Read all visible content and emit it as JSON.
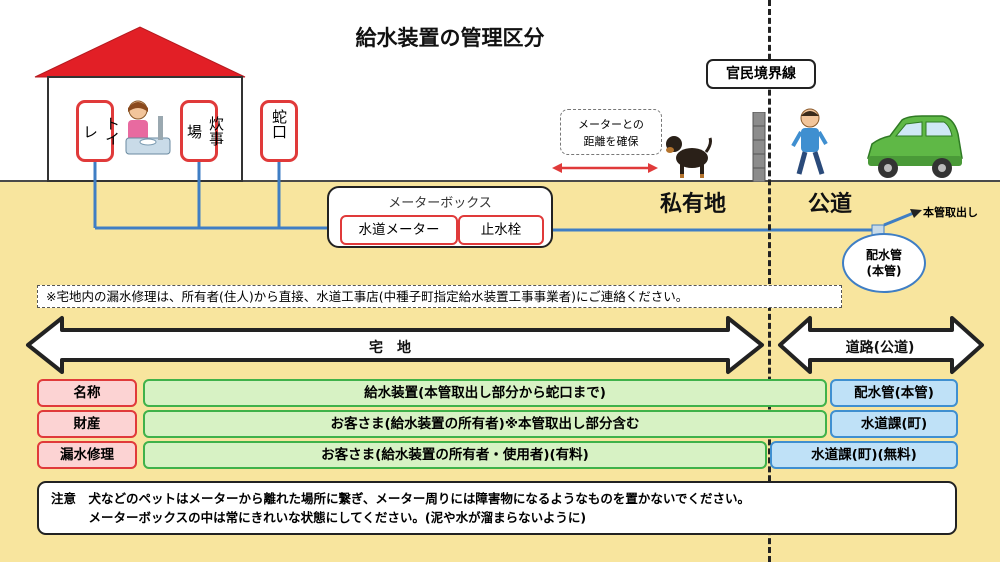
{
  "title": "給水装置の管理区分",
  "boundary_label": "官民境界線",
  "fixtures": [
    {
      "label": "トイレ"
    },
    {
      "label": "炊事場"
    },
    {
      "label": "蛇口"
    }
  ],
  "meter_box": {
    "title": "メーターボックス",
    "meter": "水道メーター",
    "valve": "止水栓"
  },
  "distance_note": {
    "line1": "メーターとの",
    "line2": "距離を確保"
  },
  "private_land": "私有地",
  "public_road": "公道",
  "main_takeoff": "本管取出し",
  "main_pipe": {
    "line1": "配水管",
    "line2": "(本管)"
  },
  "notice": "※宅地内の漏水修理は、所有者(住人)から直接、水道工事店(中種子町指定給水装置工事事業者)にご連絡ください。",
  "arrows": {
    "residential": "宅　地",
    "road": "道路(公道)"
  },
  "rows": [
    {
      "head": "名称",
      "private": "給水装置(本管取出し部分から蛇口まで)",
      "public": "配水管(本管)"
    },
    {
      "head": "財産",
      "private": "お客さま(給水装置の所有者)※本管取出し部分含む",
      "public": "水道課(町)"
    },
    {
      "head": "漏水修理",
      "private": "お客さま(給水装置の所有者・使用者)(有料)",
      "public": "水道課(町)(無料)"
    }
  ],
  "footer": {
    "line1": "注意　犬などのペットはメーターから離れた場所に繋ぎ、メーター周りには障害物になるようなものを置かないでください。",
    "line2": "　　　メーターボックスの中は常にきれいな状態にしてください。(泥や水が溜まらないように)"
  },
  "colors": {
    "ground": "#f8e59e",
    "roof": "#e21f26",
    "pipe": "#3f7ec4",
    "green_band": "#d7f2c4",
    "blue_band": "#bfe1f7",
    "red_head": "#fcd3d3"
  },
  "icons": [
    "house",
    "person-washing-dishes",
    "dog",
    "fence-post",
    "walking-person",
    "car"
  ]
}
